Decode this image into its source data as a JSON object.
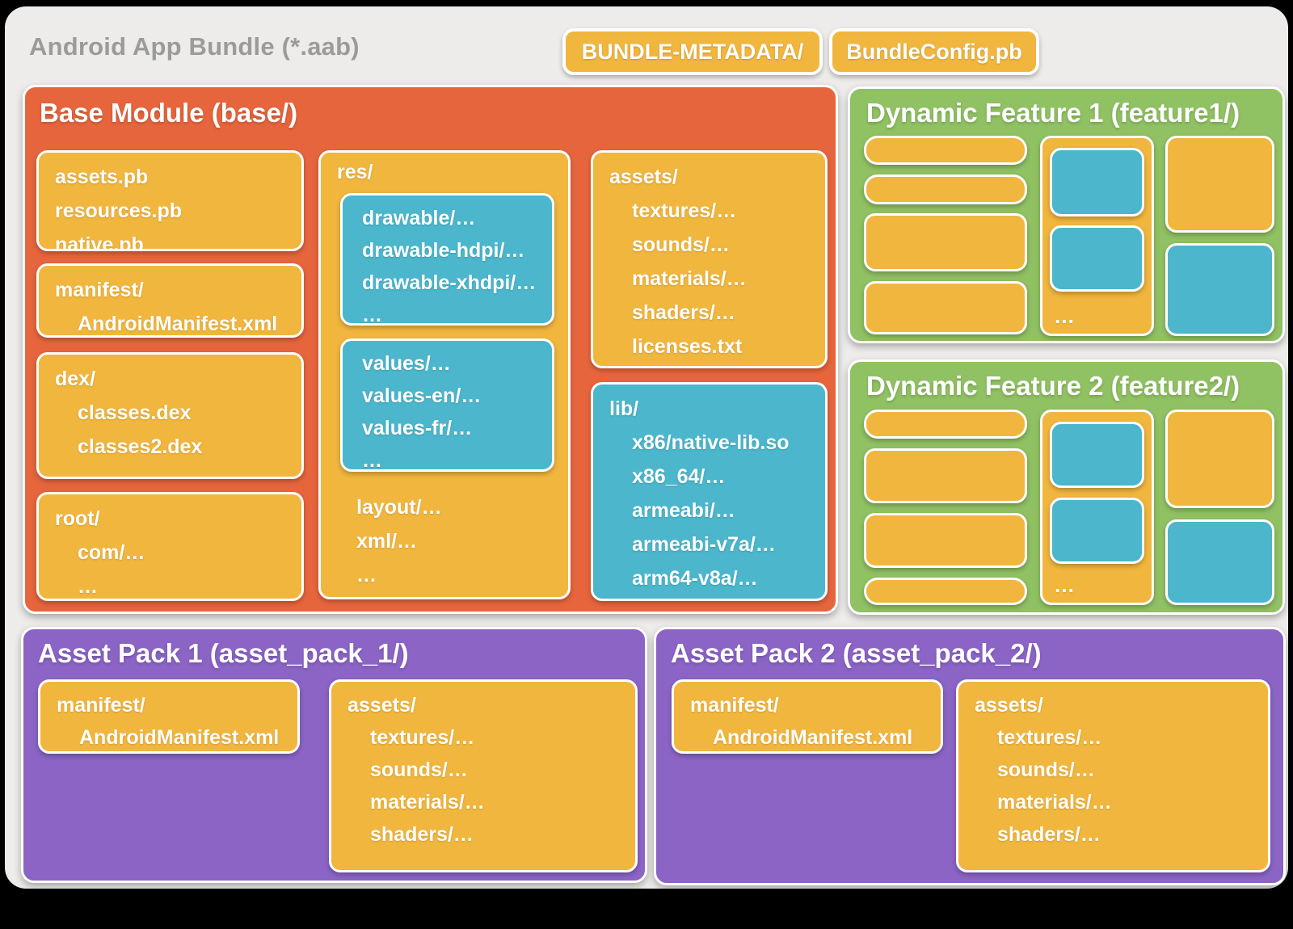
{
  "header": {
    "title": "Android App Bundle (*.aab)",
    "bundle_metadata_label": "BUNDLE-METADATA/",
    "bundle_config_label": "BundleConfig.pb"
  },
  "colors": {
    "canvas_gray": "#EDECEA",
    "title_gray": "#9B9B98",
    "module_orange": "#E7653C",
    "file_yellow": "#F1B63E",
    "file_blue": "#4BB6CC",
    "feature_green": "#90C163",
    "asset_pack_purple": "#8B64C6"
  },
  "base_module": {
    "title": "Base Module (base/)",
    "pb_files": [
      "assets.pb",
      "resources.pb",
      "native.pb"
    ],
    "manifest": {
      "dir": "manifest/",
      "file": "AndroidManifest.xml"
    },
    "dex": {
      "dir": "dex/",
      "entries": [
        "classes.dex",
        "classes2.dex",
        "…"
      ]
    },
    "root": {
      "dir": "root/",
      "entries": [
        "com/…",
        "…"
      ]
    },
    "res": {
      "dir": "res/",
      "drawable_group": [
        "drawable/…",
        "drawable-hdpi/…",
        "drawable-xhdpi/…",
        "…"
      ],
      "values_group": [
        "values/…",
        "values-en/…",
        "values-fr/…",
        "…"
      ],
      "other_entries": [
        "layout/…",
        "xml/…",
        "…"
      ]
    },
    "assets": {
      "dir": "assets/",
      "entries": [
        "textures/…",
        "sounds/…",
        "materials/…",
        "shaders/…",
        "licenses.txt"
      ]
    },
    "lib": {
      "dir": "lib/",
      "entries": [
        "x86/native-lib.so",
        "x86_64/…",
        "armeabi/…",
        "armeabi-v7a/…",
        "arm64-v8a/…"
      ]
    }
  },
  "dynamic_feature_1": {
    "title": "Dynamic Feature 1 (feature1/)",
    "ellipsis": "…"
  },
  "dynamic_feature_2": {
    "title": "Dynamic Feature 2 (feature2/)",
    "ellipsis": "…"
  },
  "asset_pack_1": {
    "title": "Asset Pack 1 (asset_pack_1/)",
    "manifest": {
      "dir": "manifest/",
      "file": "AndroidManifest.xml"
    },
    "assets": {
      "dir": "assets/",
      "entries": [
        "textures/…",
        "sounds/…",
        "materials/…",
        "shaders/…"
      ]
    }
  },
  "asset_pack_2": {
    "title": "Asset Pack 2 (asset_pack_2/)",
    "manifest": {
      "dir": "manifest/",
      "file": "AndroidManifest.xml"
    },
    "assets": {
      "dir": "assets/",
      "entries": [
        "textures/…",
        "sounds/…",
        "materials/…",
        "shaders/…"
      ]
    }
  }
}
